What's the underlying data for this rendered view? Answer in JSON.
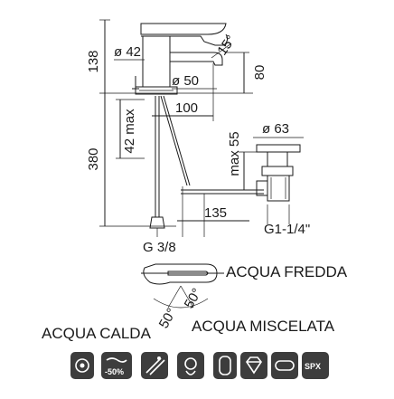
{
  "dimensions": {
    "height_top": "138",
    "spout_diameter": "ø 42",
    "spout_angle": "15°",
    "spout_height": "80",
    "base_diameter": "ø 50",
    "reach": "100",
    "total_height": "380",
    "rod_max": "42 max",
    "drain_max": "max 55",
    "drain_diameter": "ø 63",
    "rod_length": "135",
    "inlet_thread": "G 3/8",
    "drain_thread": "G1-1/4\""
  },
  "lever": {
    "cold": "ACQUA FREDDA",
    "hot": "ACQUA CALDA",
    "mixed": "ACQUA MISCELATA",
    "angle_left": "50°",
    "angle_right": "50°"
  },
  "badges": [
    {
      "name": "eco-mode-badge",
      "icon": "eco-icon",
      "text": ""
    },
    {
      "name": "water-saving-badge",
      "icon": "flow-reduction-icon",
      "text": "-50%"
    },
    {
      "name": "flexible-hose-badge",
      "icon": "hose-icon",
      "text": ""
    },
    {
      "name": "cartridge-badge",
      "icon": "cartridge-icon",
      "text": ""
    },
    {
      "name": "anti-scale-badge",
      "icon": "anti-scale-icon",
      "text": ""
    },
    {
      "name": "diamond-finish-badge",
      "icon": "diamond-icon",
      "text": ""
    },
    {
      "name": "aerator-badge",
      "icon": "aerator-icon",
      "text": ""
    },
    {
      "name": "spx-badge",
      "icon": "spx-icon",
      "text": "SPX"
    }
  ],
  "colors": {
    "line": "#1a1a1a",
    "badge": "#3d3d3d"
  }
}
